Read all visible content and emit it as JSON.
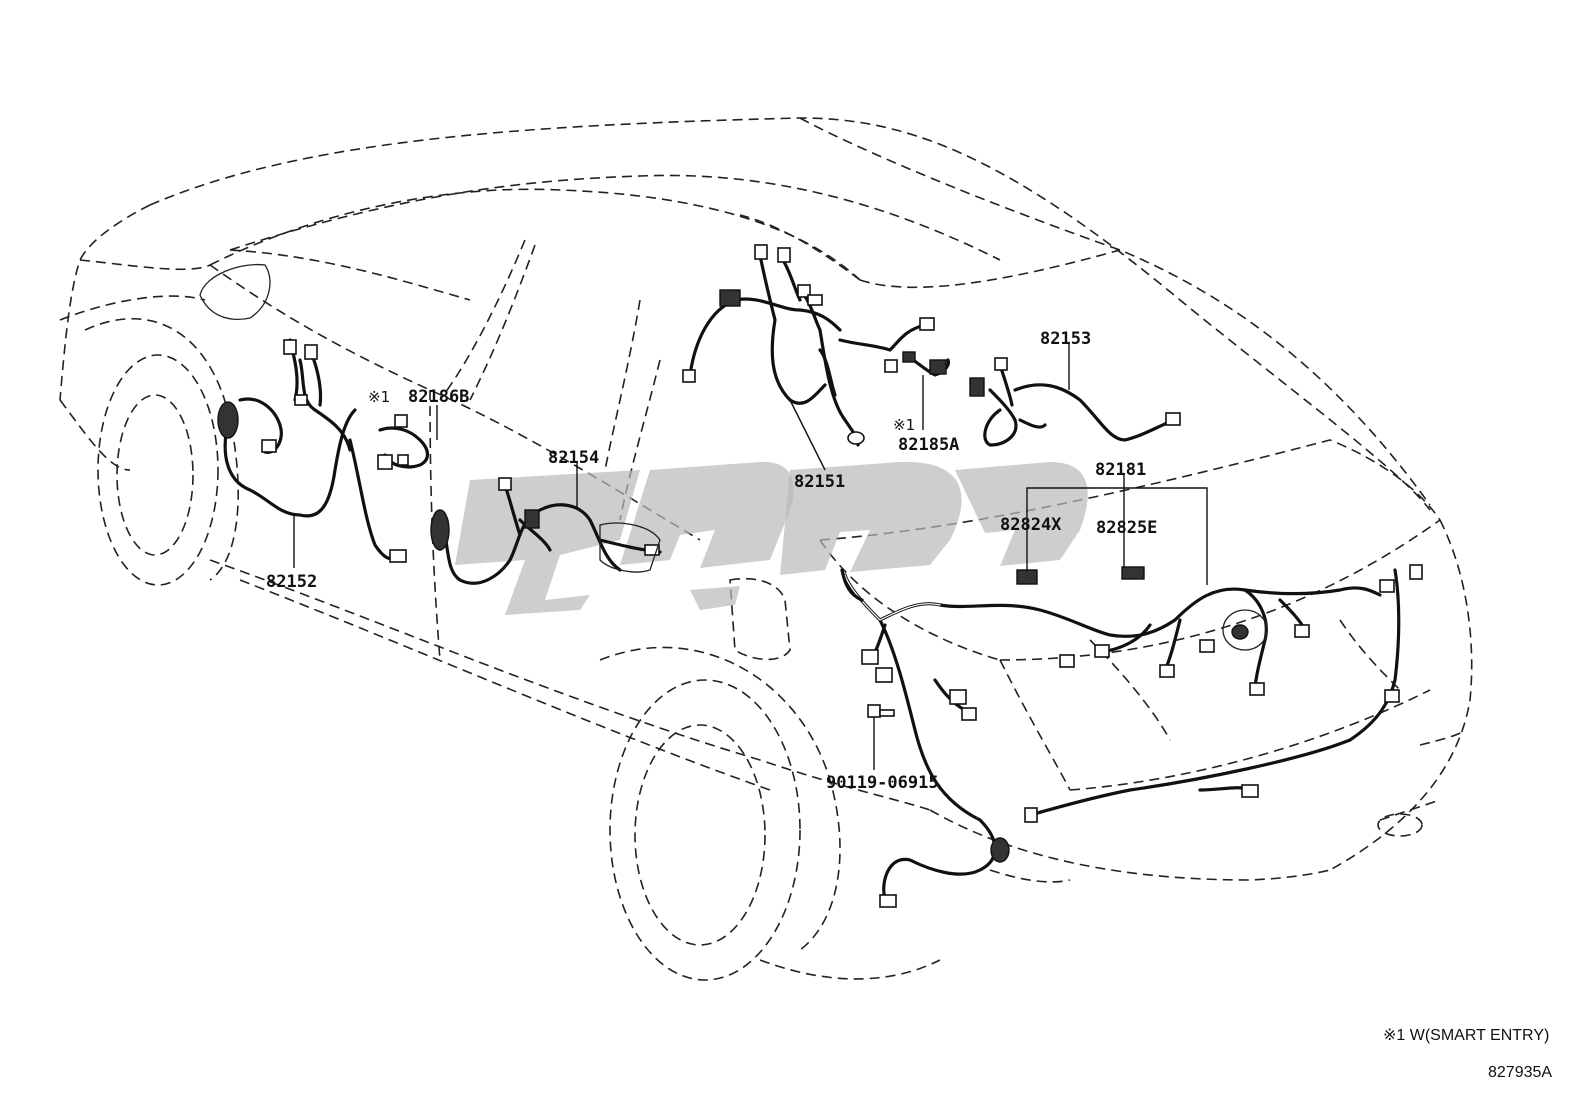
{
  "diagram": {
    "watermark_color": "#b3b3b3",
    "parts": {
      "p82151": "82151",
      "p82152": "82152",
      "p82153": "82153",
      "p82154": "82154",
      "p82181": "82181",
      "p82185A": "82185A",
      "p82186B": "82186B",
      "p82824X": "82824X",
      "p82825E": "82825E",
      "p9011906915": "90119-06915"
    },
    "note_marks": {
      "m82186B": "※1",
      "m82185A": "※1"
    },
    "footnote": "※1 W(SMART ENTRY)",
    "figure_code": "827935A"
  }
}
